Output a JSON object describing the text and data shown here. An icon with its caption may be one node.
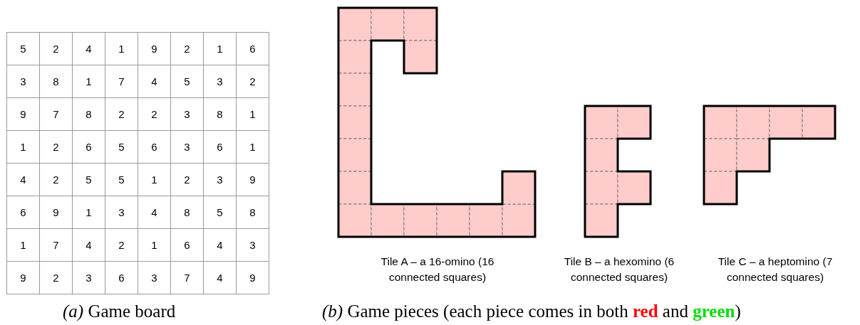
{
  "diagram": {
    "labels": [
      "5",
      "2",
      "4",
      "1",
      "9",
      "2",
      "1",
      "6",
      "3",
      "8",
      "1",
      "7",
      "4",
      "5",
      "3",
      "2",
      "9",
      "7",
      "8",
      "2",
      "2",
      "3",
      "8",
      "1",
      "1",
      "2",
      "6",
      "5",
      "6",
      "3",
      "6",
      "1",
      "4",
      "2",
      "5",
      "5",
      "1",
      "2",
      "3",
      "9",
      "6",
      "9",
      "1",
      "3",
      "4",
      "8",
      "5",
      "8",
      "1",
      "7",
      "4",
      "2",
      "1",
      "6",
      "4",
      "3",
      "9",
      "2",
      "3",
      "6",
      "3",
      "7",
      "4",
      "9",
      "Tile A – a 16-omino (16 connected squares)",
      "Tile B – a hexomino (6 connected squares)",
      "Tile C – a heptomino (7 connected squares)",
      "*(a)* Game board",
      "*(b)* Game pieces (each piece comes in both **red** and **green**)"
    ]
  }
}
